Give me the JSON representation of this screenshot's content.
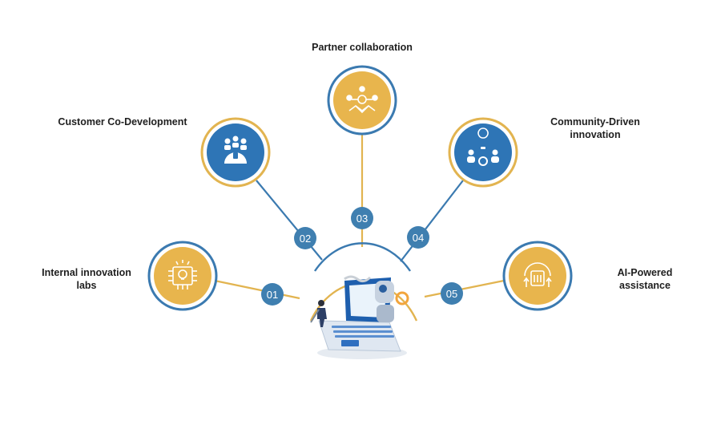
{
  "nodes": [
    {
      "number": "01",
      "label_lines": [
        "Internal innovation",
        "labs"
      ],
      "icon": "chip-lightbulb-icon",
      "fill": "#E8B54D"
    },
    {
      "number": "02",
      "label_lines": [
        "Customer Co-Development"
      ],
      "icon": "people-gear-icon",
      "fill": "#2E75B6"
    },
    {
      "number": "03",
      "label_lines": [
        "Partner collaboration"
      ],
      "icon": "handshake-network-icon",
      "fill": "#E8B54D"
    },
    {
      "number": "04",
      "label_lines": [
        "Community-Driven",
        "innovation"
      ],
      "icon": "community-idea-icon",
      "fill": "#2E75B6"
    },
    {
      "number": "05",
      "label_lines": [
        "AI-Powered",
        "assistance"
      ],
      "icon": "ai-gear-icon",
      "fill": "#E8B54D"
    }
  ],
  "center": {
    "icon": "laptop-robot-illustration"
  },
  "colors": {
    "gold": "#E8B54D",
    "blue": "#2E75B6",
    "badge": "#3F7FB0",
    "line_gold": "#E2B450",
    "line_blue": "#3B7AB0"
  }
}
